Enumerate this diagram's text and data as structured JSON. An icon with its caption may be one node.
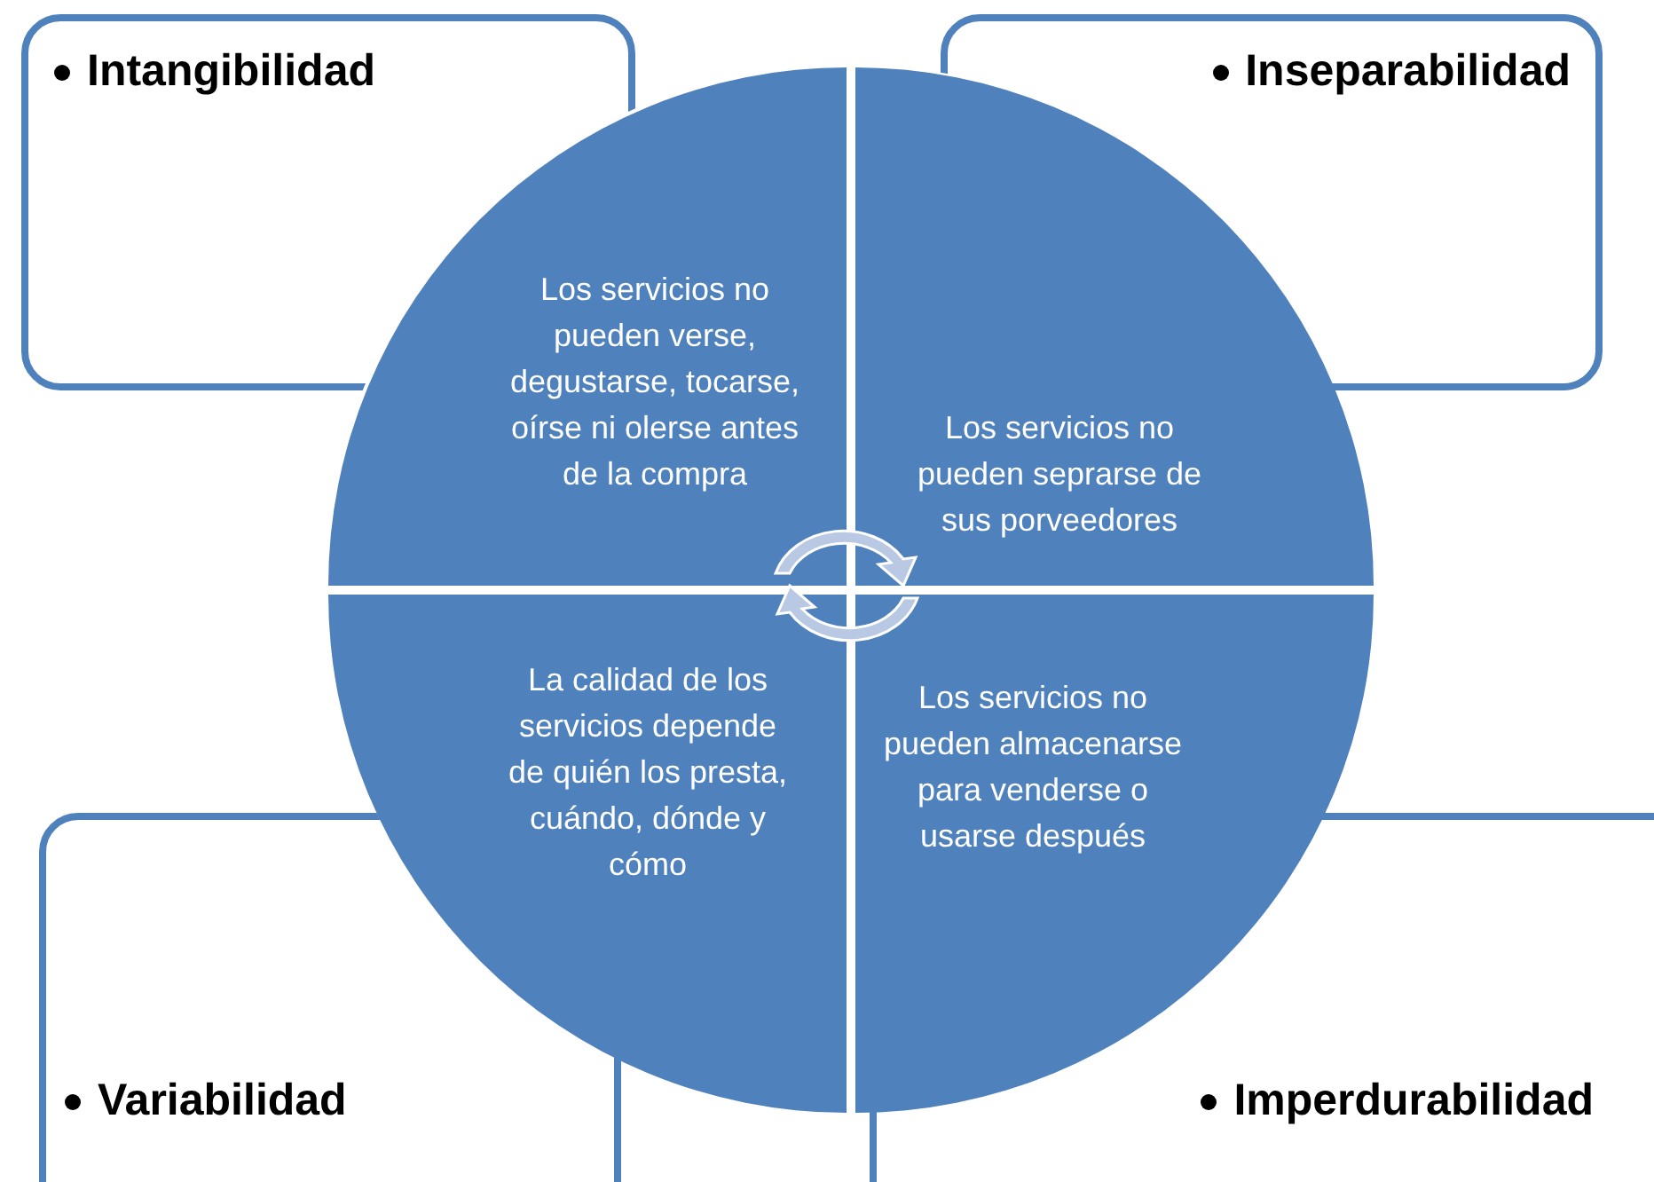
{
  "diagram": {
    "nodes": [
      {
        "text": [
          "Intangibilidad"
        ]
      },
      {
        "text": [
          "Inseparabilidad"
        ]
      },
      {
        "text": [
          "Los servicios no pueden verse, degustarse, tocarse, oírse ni olerse antes de la compra"
        ]
      },
      {
        "text": [
          "Los servicios no pueden seprarse de sus porveedores"
        ]
      },
      {
        "text": [
          "La calidad de los servicios depende de quién los presta, cuándo, dónde y cómo"
        ]
      },
      {
        "text": [
          "Los servicios no pueden almacenarse para venderse o usarse después"
        ]
      },
      {
        "text": [
          "Variabilidad"
        ]
      },
      {
        "text": [
          "Imperdurabilidad"
        ]
      }
    ]
  }
}
